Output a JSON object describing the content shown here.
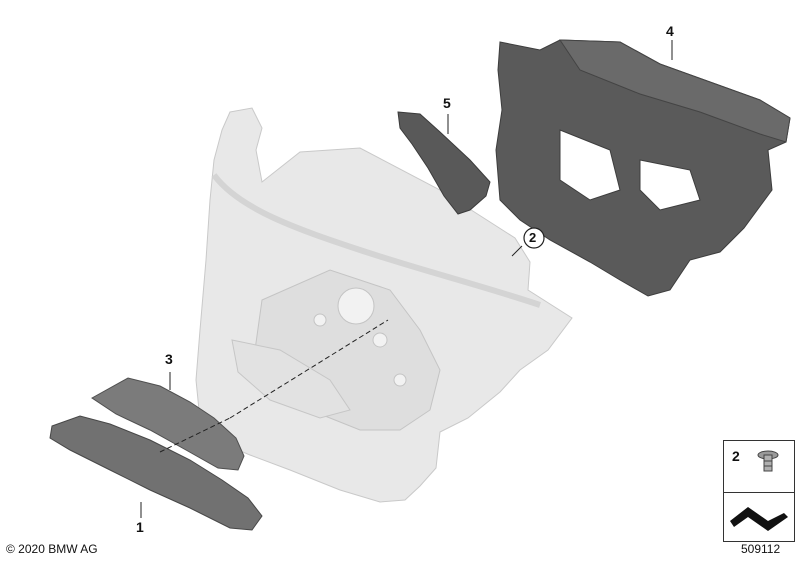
{
  "callouts": {
    "part_1": "1",
    "part_2": "2",
    "part_3": "3",
    "part_4": "4",
    "part_5": "5"
  },
  "legend": {
    "screw_label": "2"
  },
  "footer": {
    "copyright": "© 2020 BMW AG",
    "diagram_number": "509112"
  },
  "colors": {
    "panel_light": "#e6e6e6",
    "panel_dark": "#585858",
    "strip_grey": "#7a7a7a",
    "line": "#222222"
  }
}
